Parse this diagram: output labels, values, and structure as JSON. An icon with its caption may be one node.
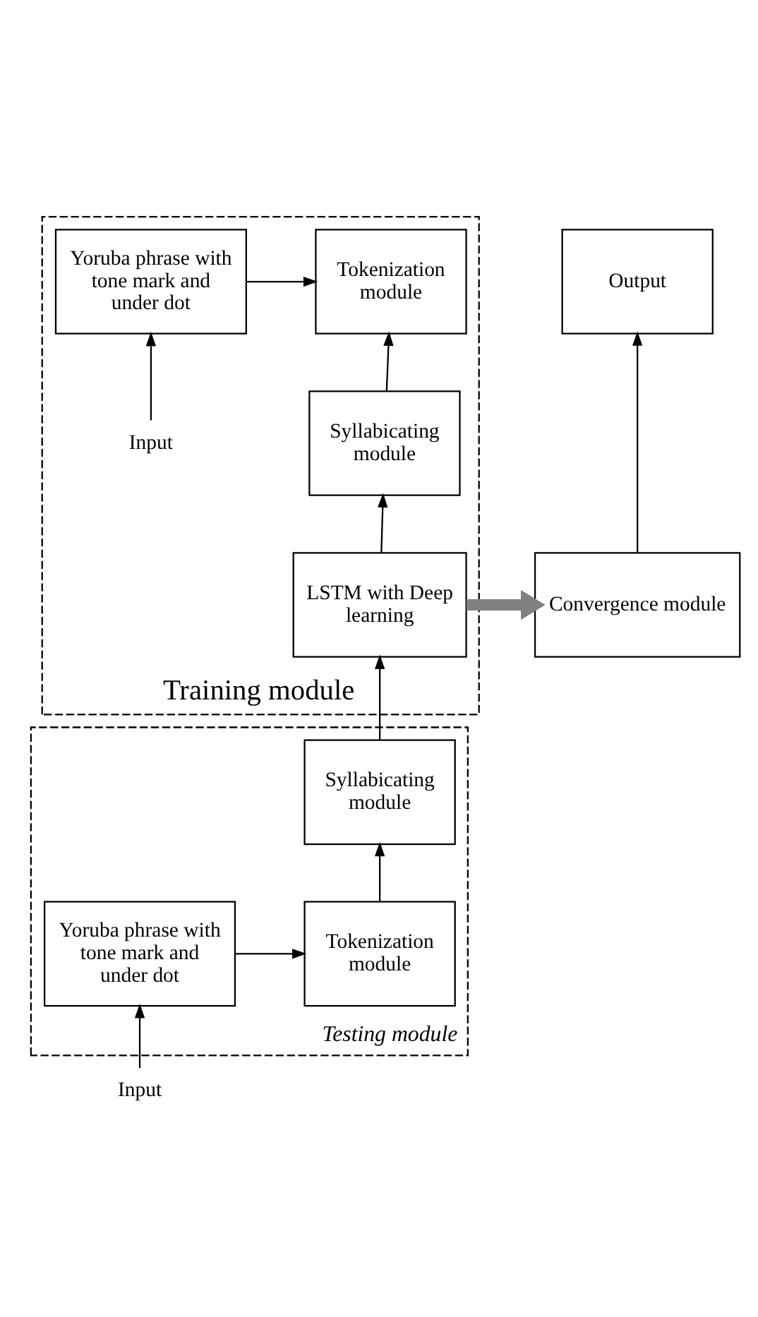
{
  "diagram": {
    "nodes": [
      {
        "text": [
          "Training module"
        ]
      },
      {
        "text": [
          "Yoruba phrase with tone mark and under dot"
        ],
        "in": 0
      },
      {
        "text": [
          "Tokenization module"
        ],
        "in": 0
      },
      {
        "text": [
          "Input"
        ],
        "in": 0
      },
      {
        "text": [
          "Syllabicating module"
        ],
        "in": 0
      },
      {
        "text": [
          "LSTM with Deep learning"
        ],
        "in": 0
      },
      {
        "text": [
          "Output"
        ]
      },
      {
        "text": [
          "Convergence module"
        ]
      },
      {
        "text": [
          "Testing module"
        ]
      },
      {
        "text": [
          "Syllabicating module"
        ],
        "in": 8
      },
      {
        "text": [
          "Yoruba phrase with tone mark and under dot"
        ],
        "in": 8
      },
      {
        "text": [
          "Tokenization module"
        ],
        "in": 8
      },
      {
        "text": [
          "Input"
        ]
      }
    ],
    "edges": [
      {
        "from": 3,
        "to": 1,
        "arrow": "to"
      },
      {
        "from": 1,
        "to": 2,
        "arrow": "to"
      },
      {
        "from": 5,
        "to": 4,
        "arrow": "to"
      },
      {
        "from": 4,
        "to": 2,
        "arrow": "to"
      },
      {
        "from": 5,
        "to": 7,
        "arrow": "to",
        "style": "thick",
        "color": "#808080"
      },
      {
        "from": 7,
        "to": 6,
        "arrow": "to"
      },
      {
        "from": 9,
        "to": 5,
        "arrow": "to"
      },
      {
        "from": 11,
        "to": 9,
        "arrow": "to"
      },
      {
        "from": 10,
        "to": 11,
        "arrow": "to"
      },
      {
        "from": 12,
        "to": 10,
        "arrow": "to"
      }
    ]
  }
}
